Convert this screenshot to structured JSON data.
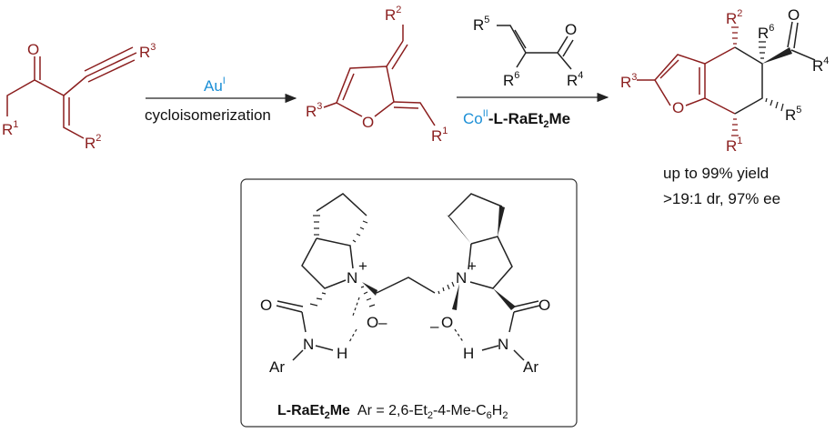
{
  "colors": {
    "substituent": "#8b1e1e",
    "catalyst": "#1c8fd6",
    "bond": "#222222"
  },
  "atoms": {
    "O": "O",
    "R": "R",
    "N": "N",
    "H": "H",
    "Ar": "Ar",
    "plus": "+",
    "minus": "–"
  },
  "numbers": {
    "n1": "1",
    "n2": "2",
    "n3": "3",
    "n4": "4",
    "n5": "5",
    "n6": "6"
  },
  "step1": {
    "catalyst": "Au",
    "catalyst_ox": "I",
    "label": "cycloisomerization"
  },
  "step2": {
    "metal": "Co",
    "metal_ox": "II",
    "ligand_prefix": "-L-RaEt",
    "ligand_sub": "2",
    "ligand_suffix": "Me"
  },
  "results": {
    "yield": "up to 99% yield",
    "selectivity": ">19:1 dr, 97% ee"
  },
  "ligand_box": {
    "name_prefix": "L-RaEt",
    "name_sub": "2",
    "name_suffix": "Me",
    "ar_def_1": "Ar = 2,6-Et",
    "ar_sub_1": "2",
    "ar_def_2": "-4-Me-C",
    "ar_sub_2": "6",
    "ar_def_3": "H",
    "ar_sub_3": "2"
  }
}
